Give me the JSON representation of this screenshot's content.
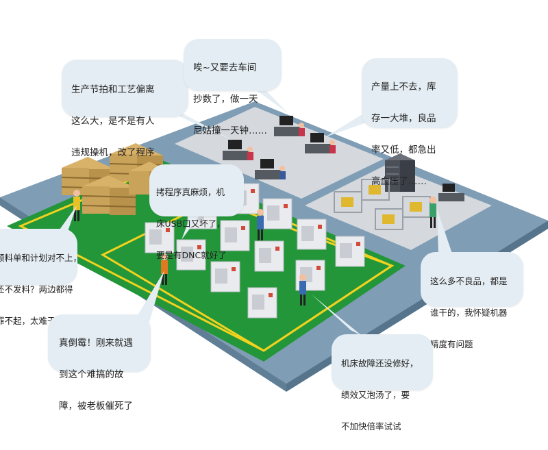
{
  "colors": {
    "floor": "#7f9db5",
    "floor_edge": "#607f96",
    "office_floor": "#d5d8dd",
    "green_zone": "#23963a",
    "yellow_line": "#f2d21e",
    "bubble": "#e4edf3",
    "text": "#222222"
  },
  "icons": [
    "shelf-icon",
    "desk-icon",
    "machine-icon",
    "worker-icon",
    "server-rack-icon",
    "fixture-cage-icon"
  ],
  "bubbles": [
    {
      "id": "program-deviation",
      "lines": [
        "生产节拍和工艺偏离",
        "这么大，是不是有人",
        "违规操机，改了程序"
      ]
    },
    {
      "id": "check-machines",
      "lines": [
        "唉~又要去车间",
        "抄数了，做一天",
        "尼姑撞一天钟……"
      ]
    },
    {
      "id": "output-stock",
      "lines": [
        "产量上不去，库",
        "存一大堆，良品",
        "率又低，都急出",
        "高血压了……"
      ]
    },
    {
      "id": "usb-dnc",
      "lines": [
        "拷程序真麻烦，机",
        "床USB口又坏了，",
        "要是有DNC就好了"
      ]
    },
    {
      "id": "material-plan",
      "lines": [
        "领料单和计划对不上，",
        "还不发料？两边都得",
        "罪不起，太难干了"
      ]
    },
    {
      "id": "defects",
      "lines": [
        "这么多不良品，都是",
        "谁干的，我怀疑机器",
        "精度有问题"
      ]
    },
    {
      "id": "bad-luck",
      "lines": [
        "真倒霉！刚来就遇",
        "到这个难搞的故",
        "障，被老板催死了"
      ]
    },
    {
      "id": "repair-delay",
      "lines": [
        "机床故障还没修好，",
        "绩效又泡汤了，要",
        "不加快倍率试试"
      ]
    }
  ]
}
